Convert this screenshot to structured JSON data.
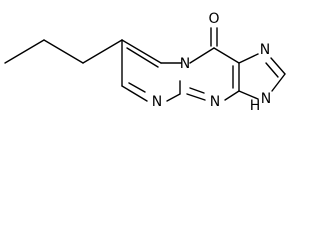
{
  "structure": {
    "atoms": {
      "oxygen": "O",
      "n_bridgehead": "N",
      "n_imidazole_top": "N",
      "n_pyrimidine_bottom": "N",
      "n_mid_bottom": "N",
      "nh_imidazole": "N",
      "h_imidazole": "H"
    }
  }
}
